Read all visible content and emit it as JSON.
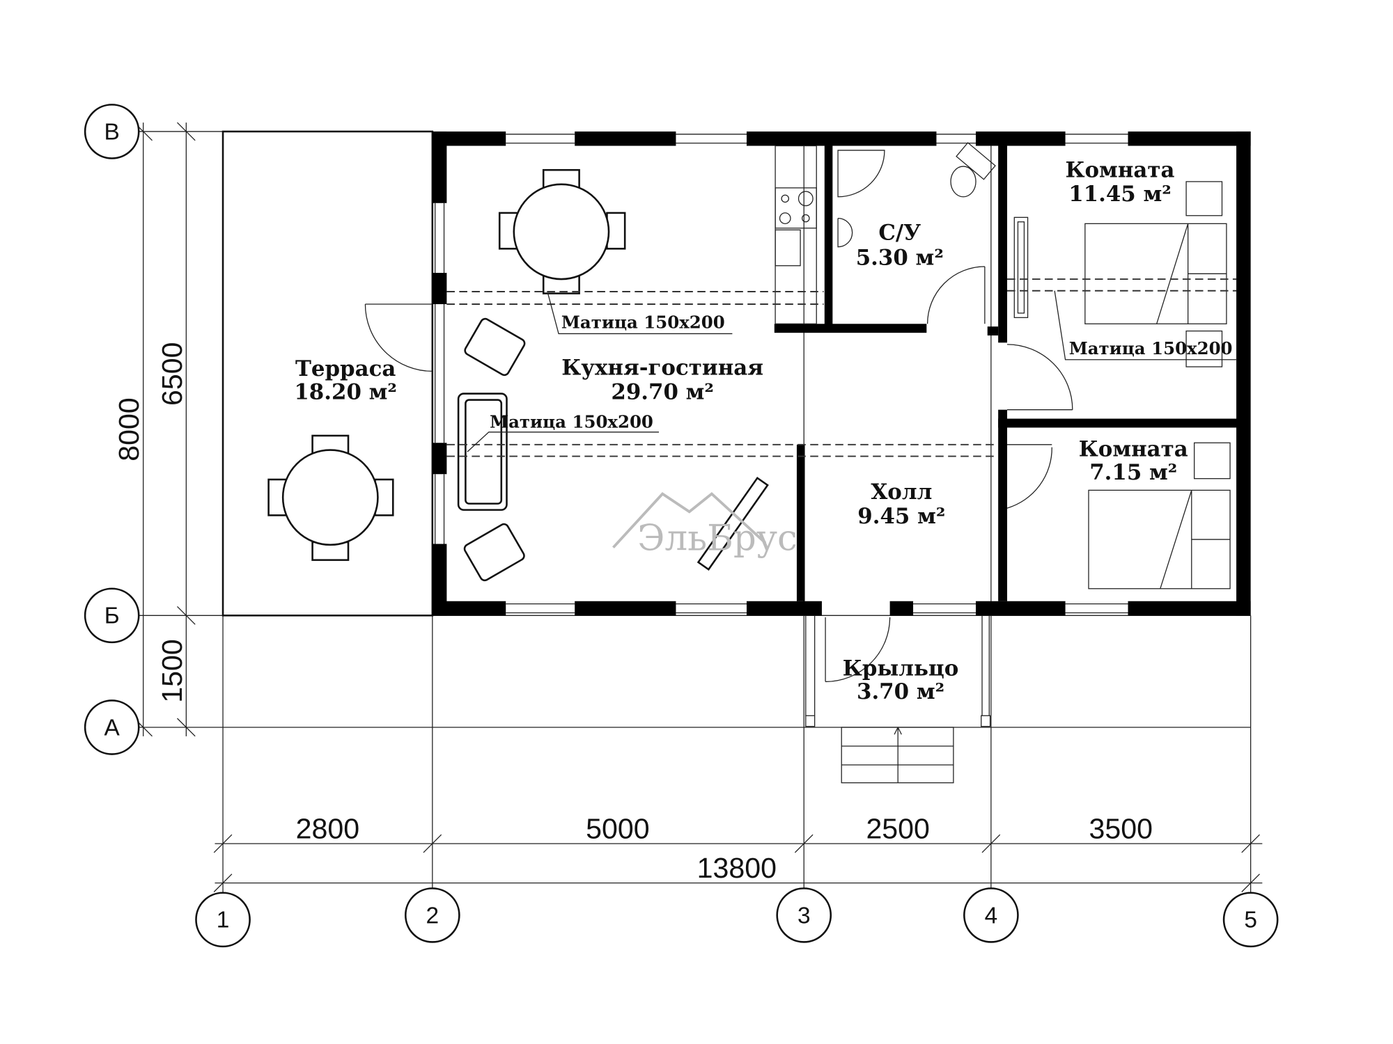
{
  "plan": {
    "rooms": [
      {
        "name": "Терраса",
        "area": "18.20 м²"
      },
      {
        "name": "Кухня-гостиная",
        "area": "29.70 м²"
      },
      {
        "name": "С/У",
        "area": "5.30 м²"
      },
      {
        "name": "Комната",
        "area": "11.45 м²"
      },
      {
        "name": "Холл",
        "area": "9.45 м²"
      },
      {
        "name": "Комната",
        "area": "7.15 м²"
      },
      {
        "name": "Крыльцо",
        "area": "3.70 м²"
      }
    ],
    "beams": [
      "Матица 150х200",
      "Матица 150х200",
      "Матица 150х200"
    ],
    "watermark": "ЭльБрус",
    "dimensions_horizontal": [
      "2800",
      "5000",
      "2500",
      "3500"
    ],
    "dimension_total": "13800",
    "dimensions_vertical": {
      "total": "8000",
      "main": "6500",
      "porch": "1500"
    },
    "axes_columns": [
      "1",
      "2",
      "3",
      "4",
      "5"
    ],
    "axes_rows": [
      "В",
      "Б",
      "А"
    ]
  }
}
